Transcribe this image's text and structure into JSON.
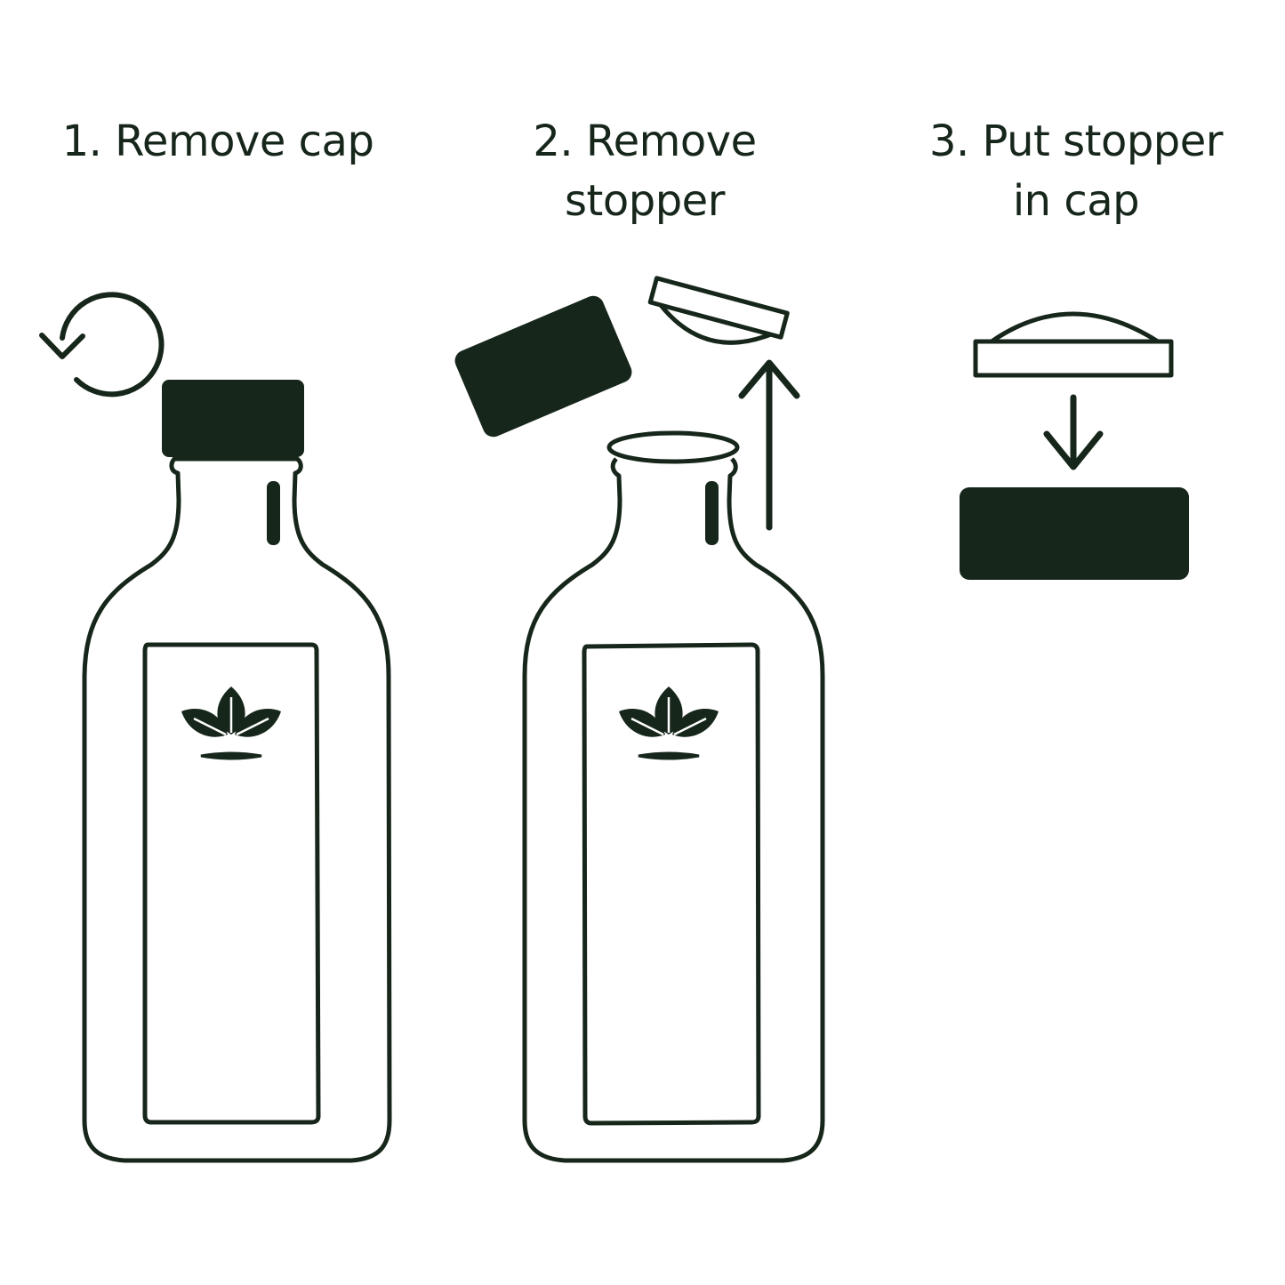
{
  "colors": {
    "ink": "#16261a",
    "background": "#ffffff"
  },
  "steps": [
    {
      "number": "1.",
      "title": "1. Remove cap",
      "icons": [
        "rotate-counterclockwise-icon",
        "bottle-with-cap-icon"
      ]
    },
    {
      "number": "2.",
      "title_line1": "2. Remove",
      "title_line2": "stopper",
      "icons": [
        "cap-icon",
        "stopper-icon",
        "arrow-up-icon",
        "open-bottle-icon"
      ]
    },
    {
      "number": "3.",
      "title_line1": "3. Put stopper",
      "title_line2": "in cap",
      "icons": [
        "stopper-icon",
        "arrow-down-icon",
        "cap-icon"
      ]
    }
  ]
}
